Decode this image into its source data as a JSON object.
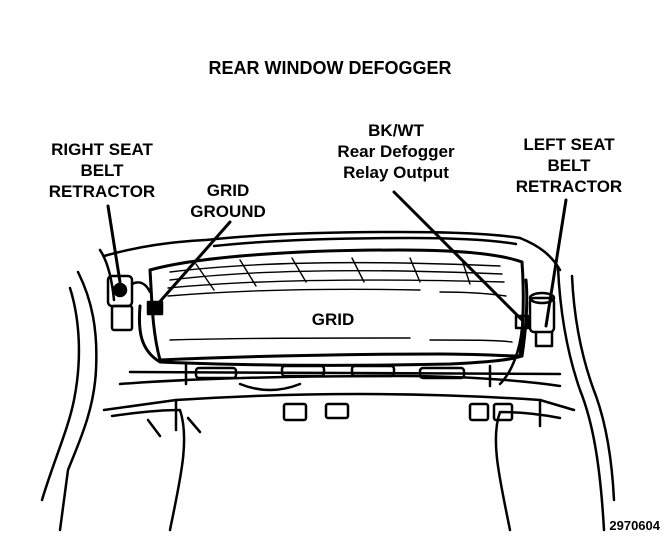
{
  "diagram": {
    "title": "REAR WINDOW DEFOGGER",
    "labels": {
      "right_seat_belt_retractor": [
        "RIGHT SEAT",
        "BELT",
        "RETRACTOR"
      ],
      "grid_ground": [
        "GRID",
        "GROUND"
      ],
      "bk_wt_relay_output": [
        "BK/WT",
        "Rear Defogger",
        "Relay Output"
      ],
      "left_seat_belt_retractor": [
        "LEFT SEAT",
        "BELT",
        "RETRACTOR"
      ],
      "grid": "GRID"
    },
    "figure_number": "2970604"
  }
}
